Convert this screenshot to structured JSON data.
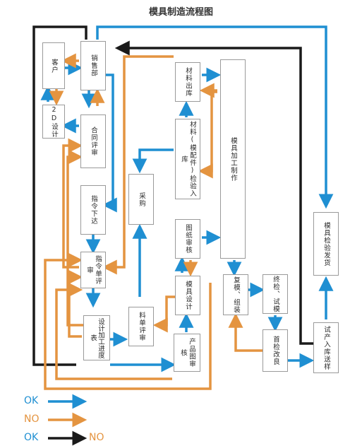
{
  "title": "模具制造流程图",
  "colors": {
    "ok": "#1f8fd2",
    "no": "#e49440",
    "black": "#1a1a1a",
    "border": "#9a9a9a"
  },
  "boxes": {
    "customer": "客户",
    "sales": "销售部",
    "design2d": "2D设计",
    "contract": "合同评审",
    "order": "指令下达",
    "order_review": "指令单评审",
    "schedule": "设计加工进度表",
    "purchase": "采购",
    "material_review": "料单评审",
    "material_out": "材料出库",
    "material_inspect": "材料(模配件)检验入库",
    "drawing_review": "图纸审核",
    "mold_design": "模具设计",
    "product_review": "产品图审核",
    "manufacture": "模具加工制作",
    "assembly": "复模、组装",
    "final_trial": "终检、试模",
    "first_check": "首检改良",
    "trial_storage": "试产入库送样",
    "mold_inspect": "模具检验发货"
  },
  "legend": {
    "ok": "OK",
    "no": "NO",
    "ok_pair": "OK",
    "no_pair": "NO"
  }
}
